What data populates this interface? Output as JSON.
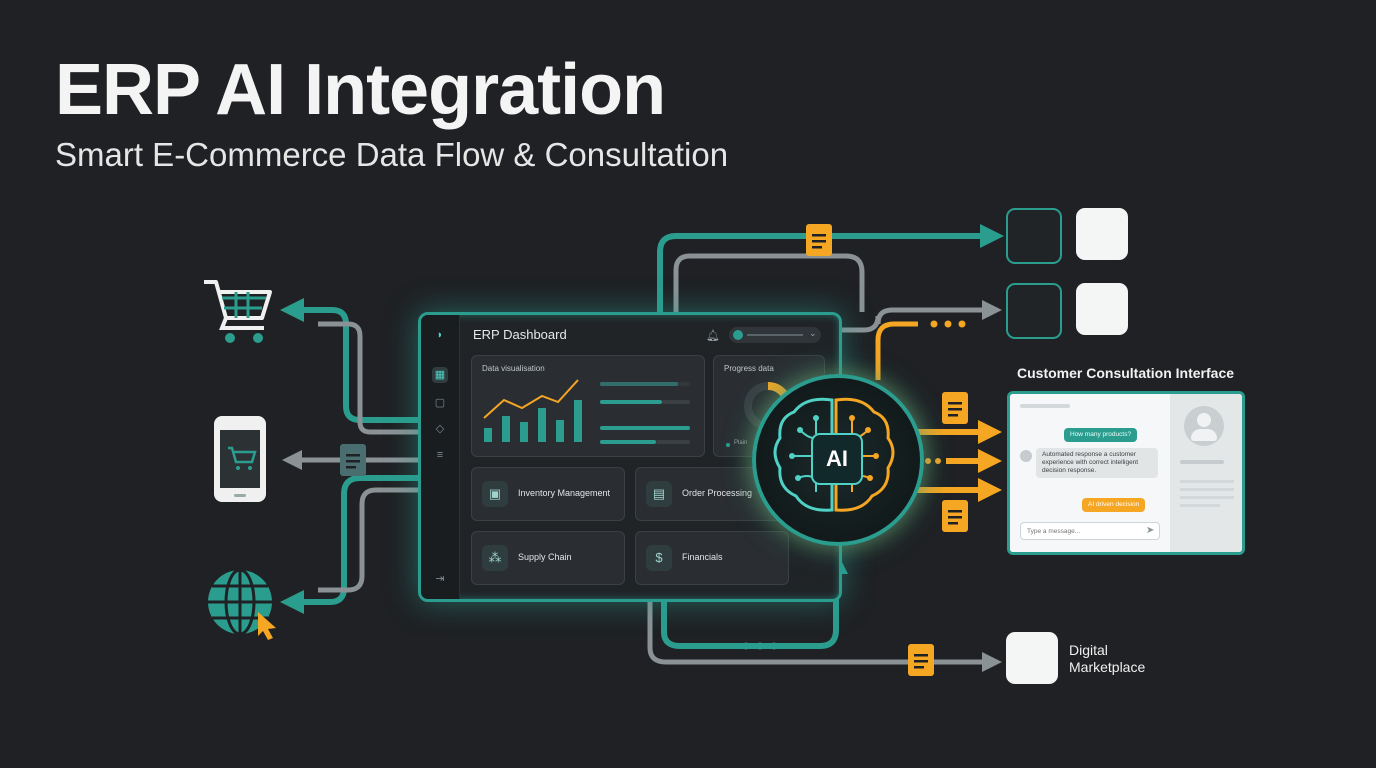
{
  "header": {
    "title": "ERP AI Integration",
    "subtitle": "Smart E-Commerce Data Flow & Consultation"
  },
  "dashboard": {
    "title": "ERP Dashboard",
    "panels": {
      "data_viz": "Data visualisation",
      "progress": "Progress data",
      "progress_legend": "Plain"
    },
    "tiles": [
      "Inventory Management",
      "Order Processing",
      "Supply Chain",
      "Financials"
    ]
  },
  "ai_hub": {
    "label": "AI"
  },
  "consultation": {
    "title": "Customer Consultation Interface",
    "user_message": "How many products?",
    "bot_message": "Automated response a customer experience with correct intelligent decision response.",
    "ai_message": "AI driven decision",
    "input_placeholder": "Type a message..."
  },
  "marketplace": {
    "label": "Digital Marketplace"
  },
  "colors": {
    "teal": "#2a9d8f",
    "orange": "#f5a623",
    "gray_flow": "#8a9296",
    "background": "#1f2124"
  },
  "icons": [
    "shopping-cart-icon",
    "smartphone-icon",
    "globe-icon",
    "cursor-icon",
    "document-icon",
    "shopify-icon",
    "cart-icon",
    "storefront-icon",
    "brain-icon"
  ]
}
